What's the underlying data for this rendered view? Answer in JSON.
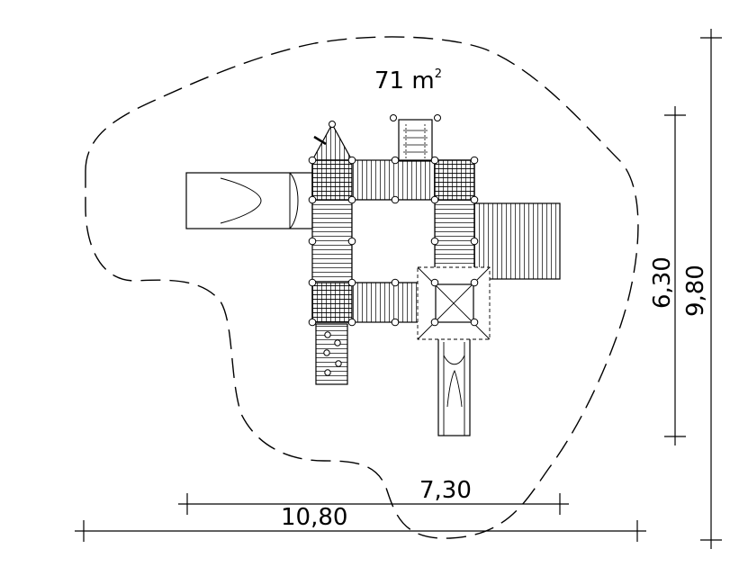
{
  "area": {
    "value": "71 m",
    "unit_power": "2"
  },
  "dimensions": {
    "inner_width": "7,30",
    "outer_width": "10,80",
    "inner_depth": "6,30",
    "outer_depth": "9,80"
  },
  "colors": {
    "line": "#000000",
    "background": "#ffffff"
  }
}
